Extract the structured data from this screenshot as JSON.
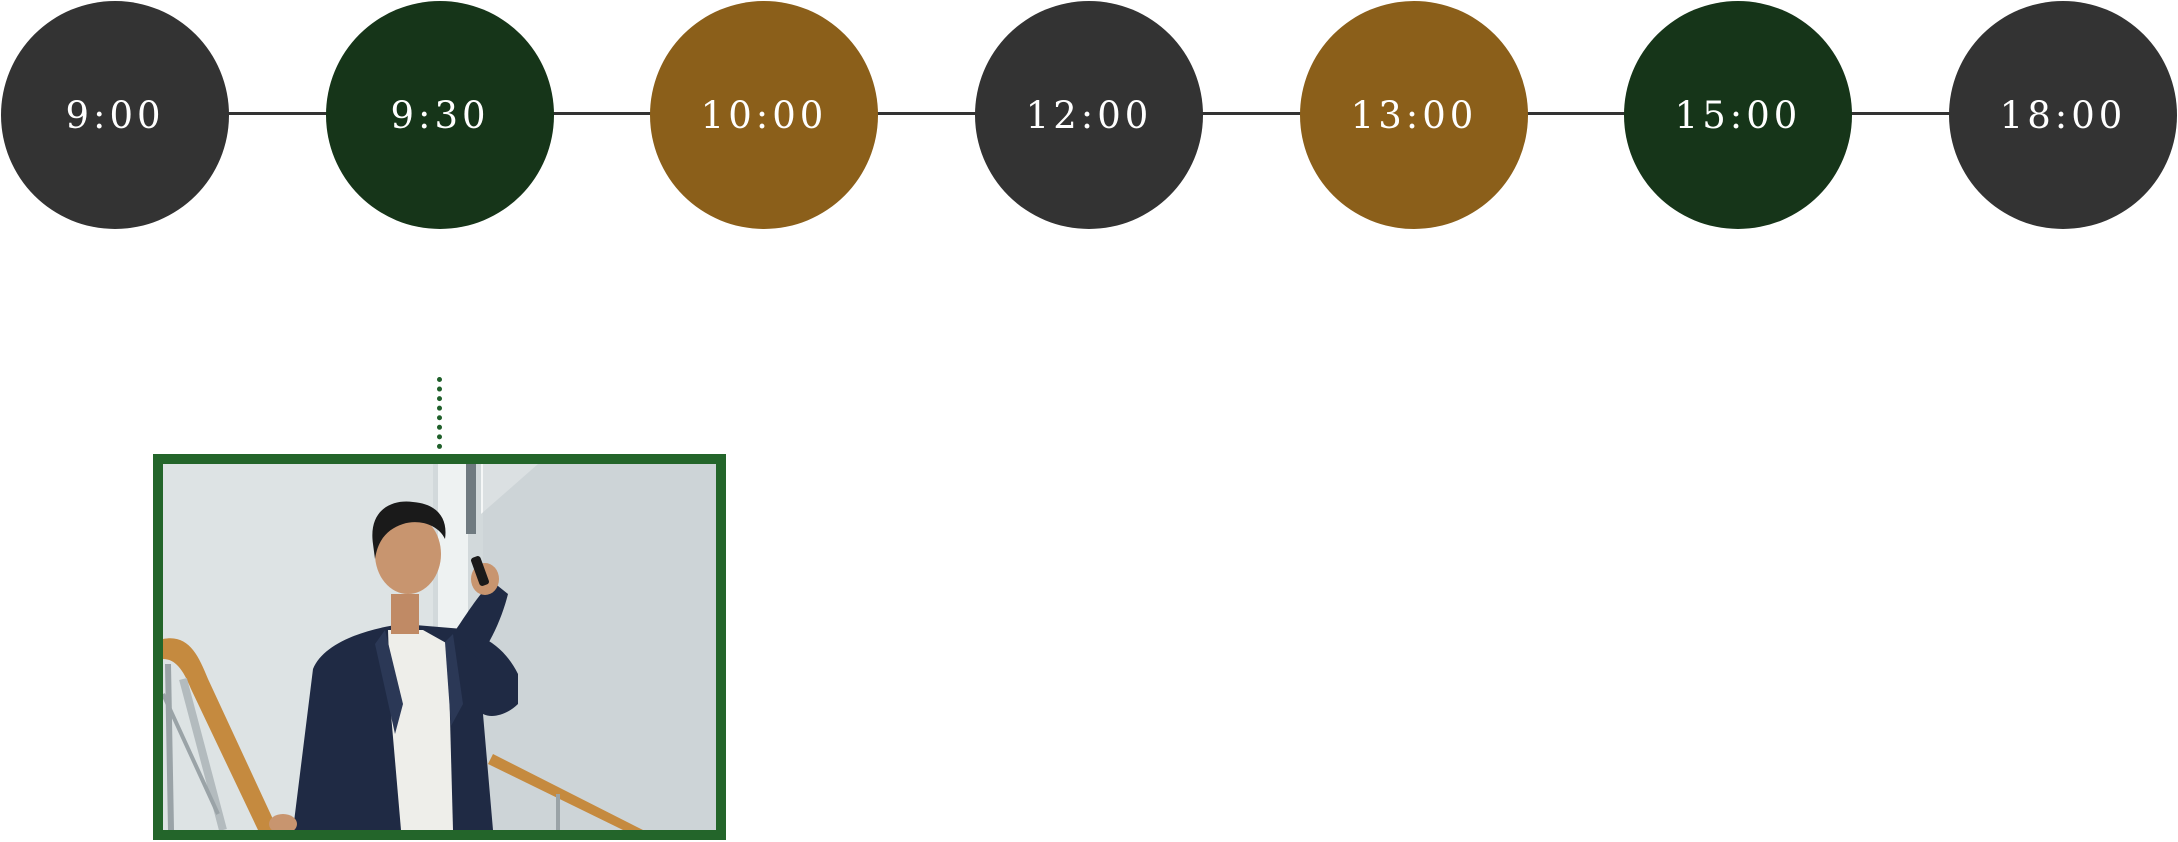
{
  "timeline": {
    "nodes": [
      {
        "label": "9:00",
        "color": "#333333"
      },
      {
        "label": "9:30",
        "color": "#163519"
      },
      {
        "label": "10:00",
        "color": "#8b5f1a"
      },
      {
        "label": "12:00",
        "color": "#333333"
      },
      {
        "label": "13:00",
        "color": "#8b5f1a"
      },
      {
        "label": "15:00",
        "color": "#163519"
      },
      {
        "label": "18:00",
        "color": "#333333"
      }
    ]
  },
  "detail": {
    "frame_color": "#23652a",
    "connector_color": "#1f5f2a",
    "photo_subject": "man-on-phone-on-stairs"
  }
}
